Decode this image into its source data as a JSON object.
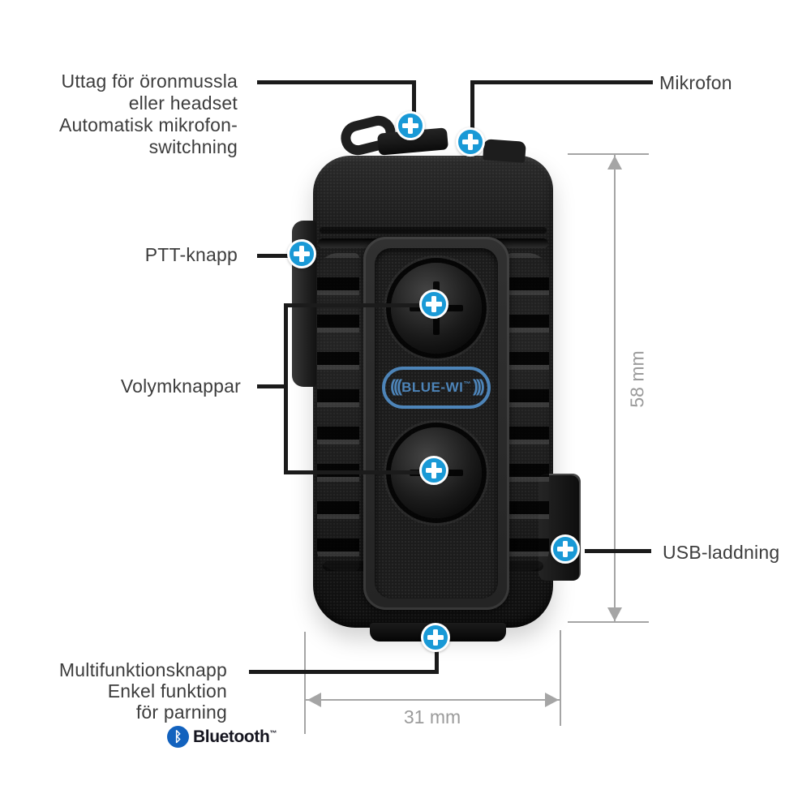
{
  "colors": {
    "marker_blue": "#1999d6",
    "logo_blue": "#4d84b8",
    "bluetooth_blue": "#1262be",
    "callout": "#1b1b1b",
    "dimension": "#a5a5a5",
    "label_text": "#3d3d3d",
    "dim_text": "#9b9b9b"
  },
  "labels": {
    "earpiece": {
      "lines": [
        "Uttag för öronmussla",
        "eller headset",
        "Automatisk mikrofon-",
        "switchning"
      ]
    },
    "microphone": "Mikrofon",
    "ptt": "PTT-knapp",
    "volume": "Volymknappar",
    "usb": "USB-laddning",
    "multifunction": {
      "lines": [
        "Multifunktionsknapp",
        "Enkel funktion",
        "för parning"
      ]
    }
  },
  "dimensions": {
    "height": "58 mm",
    "width": "31 mm"
  },
  "device": {
    "logo": {
      "waves_left": "(((",
      "name": "BLUE-WI",
      "tm": "™",
      "waves_right": ")))"
    }
  },
  "icons": {
    "marker": "plus-icon",
    "bluetooth": "bluetooth-icon",
    "bluetooth_rune": "ᛒ"
  },
  "branding": {
    "bluetooth": "Bluetooth",
    "bluetooth_tm": "™"
  }
}
